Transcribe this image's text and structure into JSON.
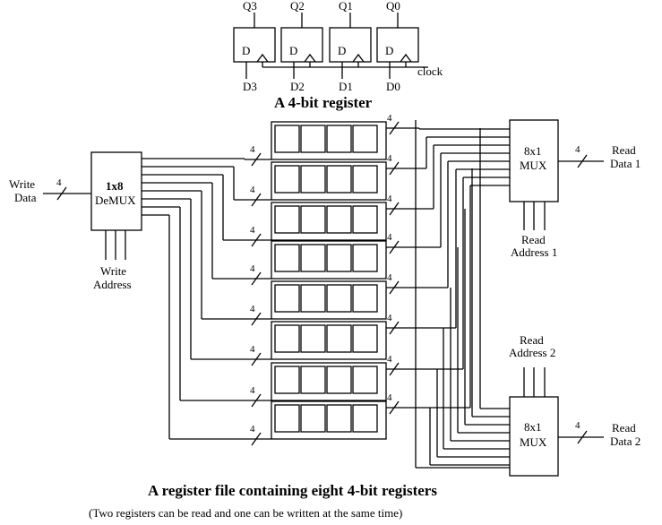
{
  "register4": {
    "outputs": [
      "Q3",
      "Q2",
      "Q1",
      "Q0"
    ],
    "inputs": [
      "D3",
      "D2",
      "D1",
      "D0"
    ],
    "ff_label": "D",
    "clock_label": "clock",
    "title": "A 4-bit register"
  },
  "write_data": {
    "line1": "Write",
    "line2": "Data",
    "width": "4"
  },
  "demux": {
    "line1": "1x8",
    "line2": "DeMUX"
  },
  "write_address": {
    "line1": "Write",
    "line2": "Address"
  },
  "bus_width": "4",
  "mux1": {
    "line1": "8x1",
    "line2": "MUX",
    "out_width": "4",
    "out_line1": "Read",
    "out_line2": "Data 1",
    "addr_line1": "Read",
    "addr_line2": "Address 1"
  },
  "mux2": {
    "line1": "8x1",
    "line2": "MUX",
    "out_width": "4",
    "out_line1": "Read",
    "out_line2": "Data 2",
    "addr_line1": "Read",
    "addr_line2": "Address 2"
  },
  "caption": {
    "title": "A register file containing eight 4-bit registers",
    "subtitle": "(Two registers can be read and one can be written at the same time)"
  }
}
